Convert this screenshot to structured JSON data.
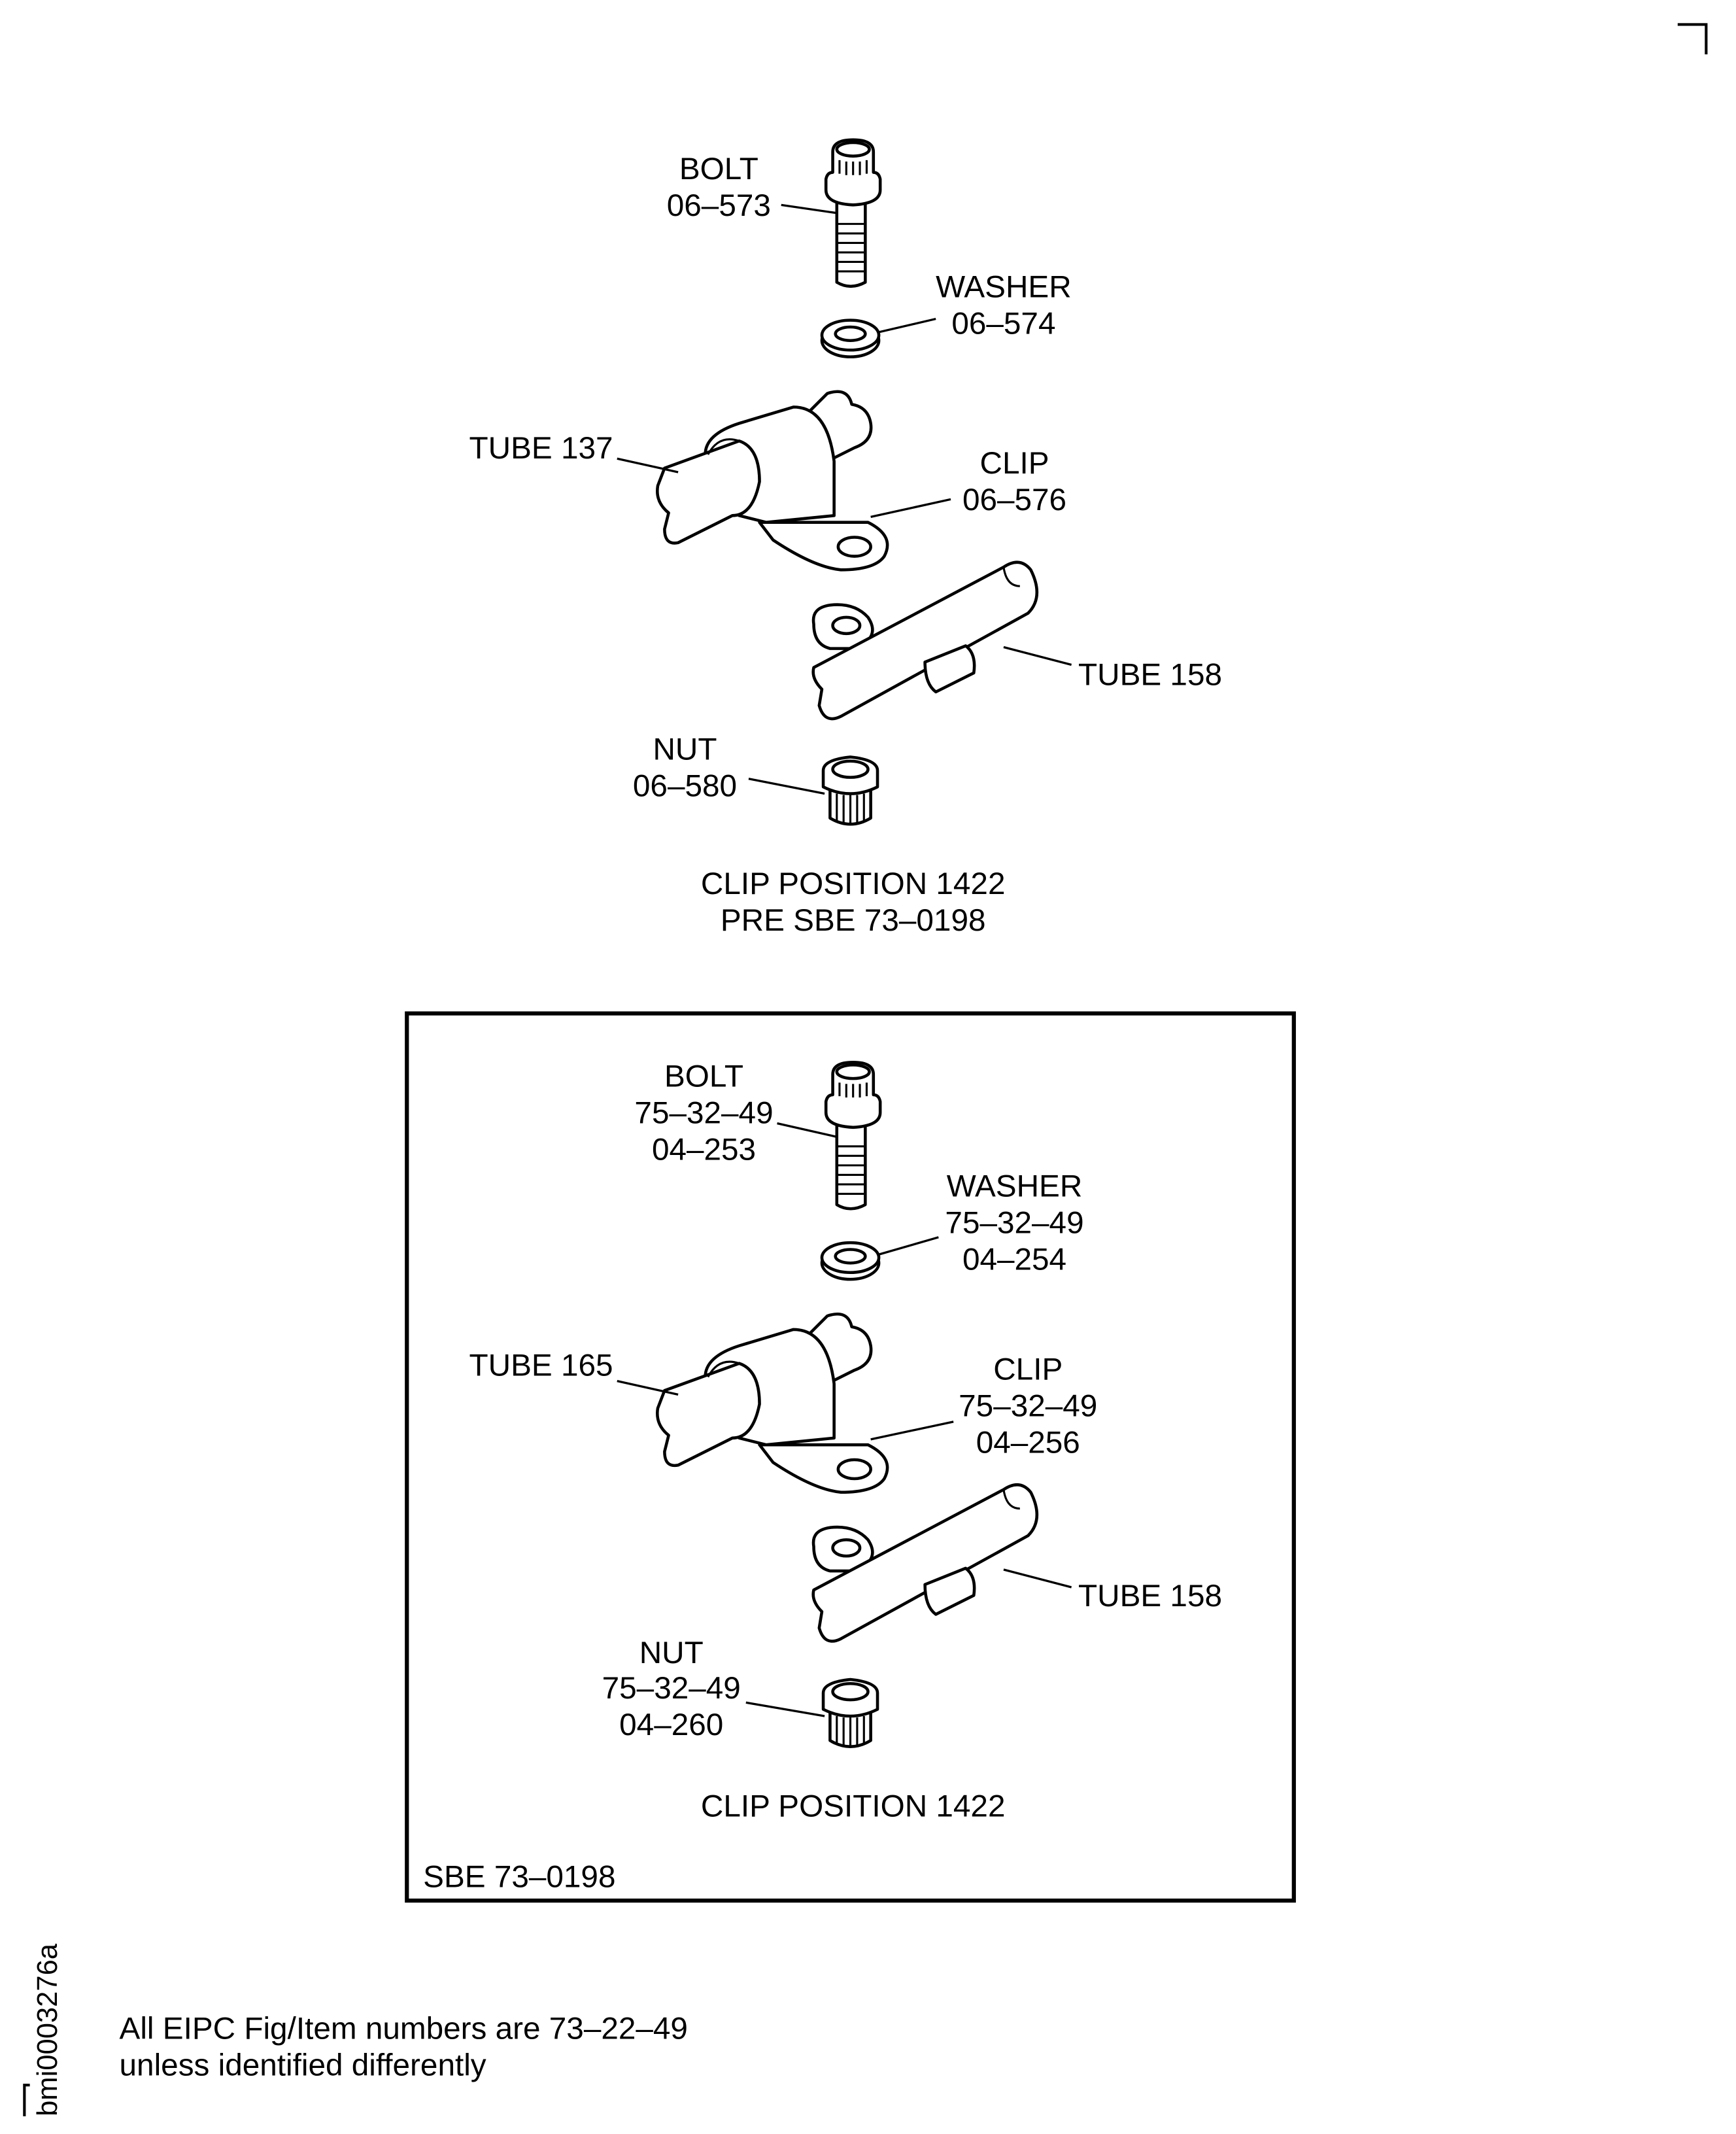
{
  "top_view": {
    "bolt": {
      "name": "BOLT",
      "item": "06–573"
    },
    "washer": {
      "name": "WASHER",
      "item": "06–574"
    },
    "tube_a": {
      "name": "TUBE 137"
    },
    "clip": {
      "name": "CLIP",
      "item": "06–576"
    },
    "tube_b": {
      "name": "TUBE 158"
    },
    "nut": {
      "name": "NUT",
      "item": "06–580"
    },
    "caption_line1": "CLIP POSITION 1422",
    "caption_line2": "PRE SBE 73–0198"
  },
  "bottom_view": {
    "bolt": {
      "name": "BOLT",
      "fig": "75–32–49",
      "item": "04–253"
    },
    "washer": {
      "name": "WASHER",
      "fig": "75–32–49",
      "item": "04–254"
    },
    "tube_a": {
      "name": "TUBE 165"
    },
    "clip": {
      "name": "CLIP",
      "fig": "75–32–49",
      "item": "04–256"
    },
    "tube_b": {
      "name": "TUBE 158"
    },
    "nut": {
      "name": "NUT",
      "fig": "75–32–49",
      "item": "04–260"
    },
    "caption": "CLIP POSITION 1422",
    "box_label": "SBE 73–0198"
  },
  "footer": {
    "note_line1": "All EIPC Fig/Item numbers are 73–22–49",
    "note_line2": "unless identified differently",
    "drawing_id": "bmi0003276a"
  }
}
